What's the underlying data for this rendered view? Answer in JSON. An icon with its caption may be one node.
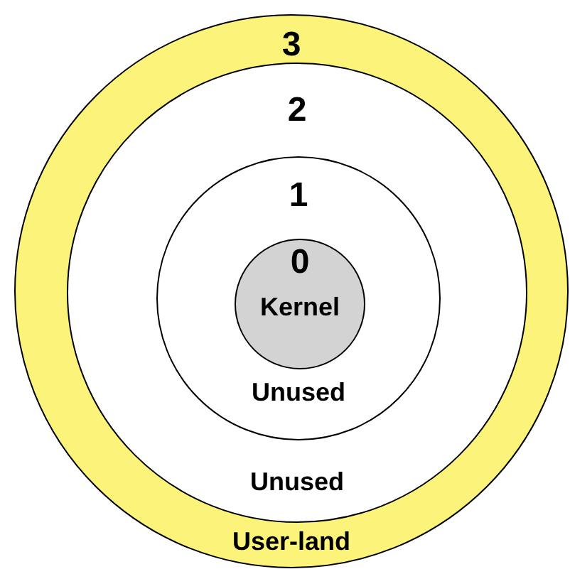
{
  "diagram": {
    "nodes": [
      {
        "text": [
          "3",
          "User-land"
        ]
      },
      {
        "text": [
          "2",
          "Unused"
        ],
        "in": 0
      },
      {
        "text": [
          "1",
          "Unused"
        ],
        "in": 1
      },
      {
        "text": [
          "0",
          "Kernel"
        ],
        "in": 2
      }
    ]
  }
}
